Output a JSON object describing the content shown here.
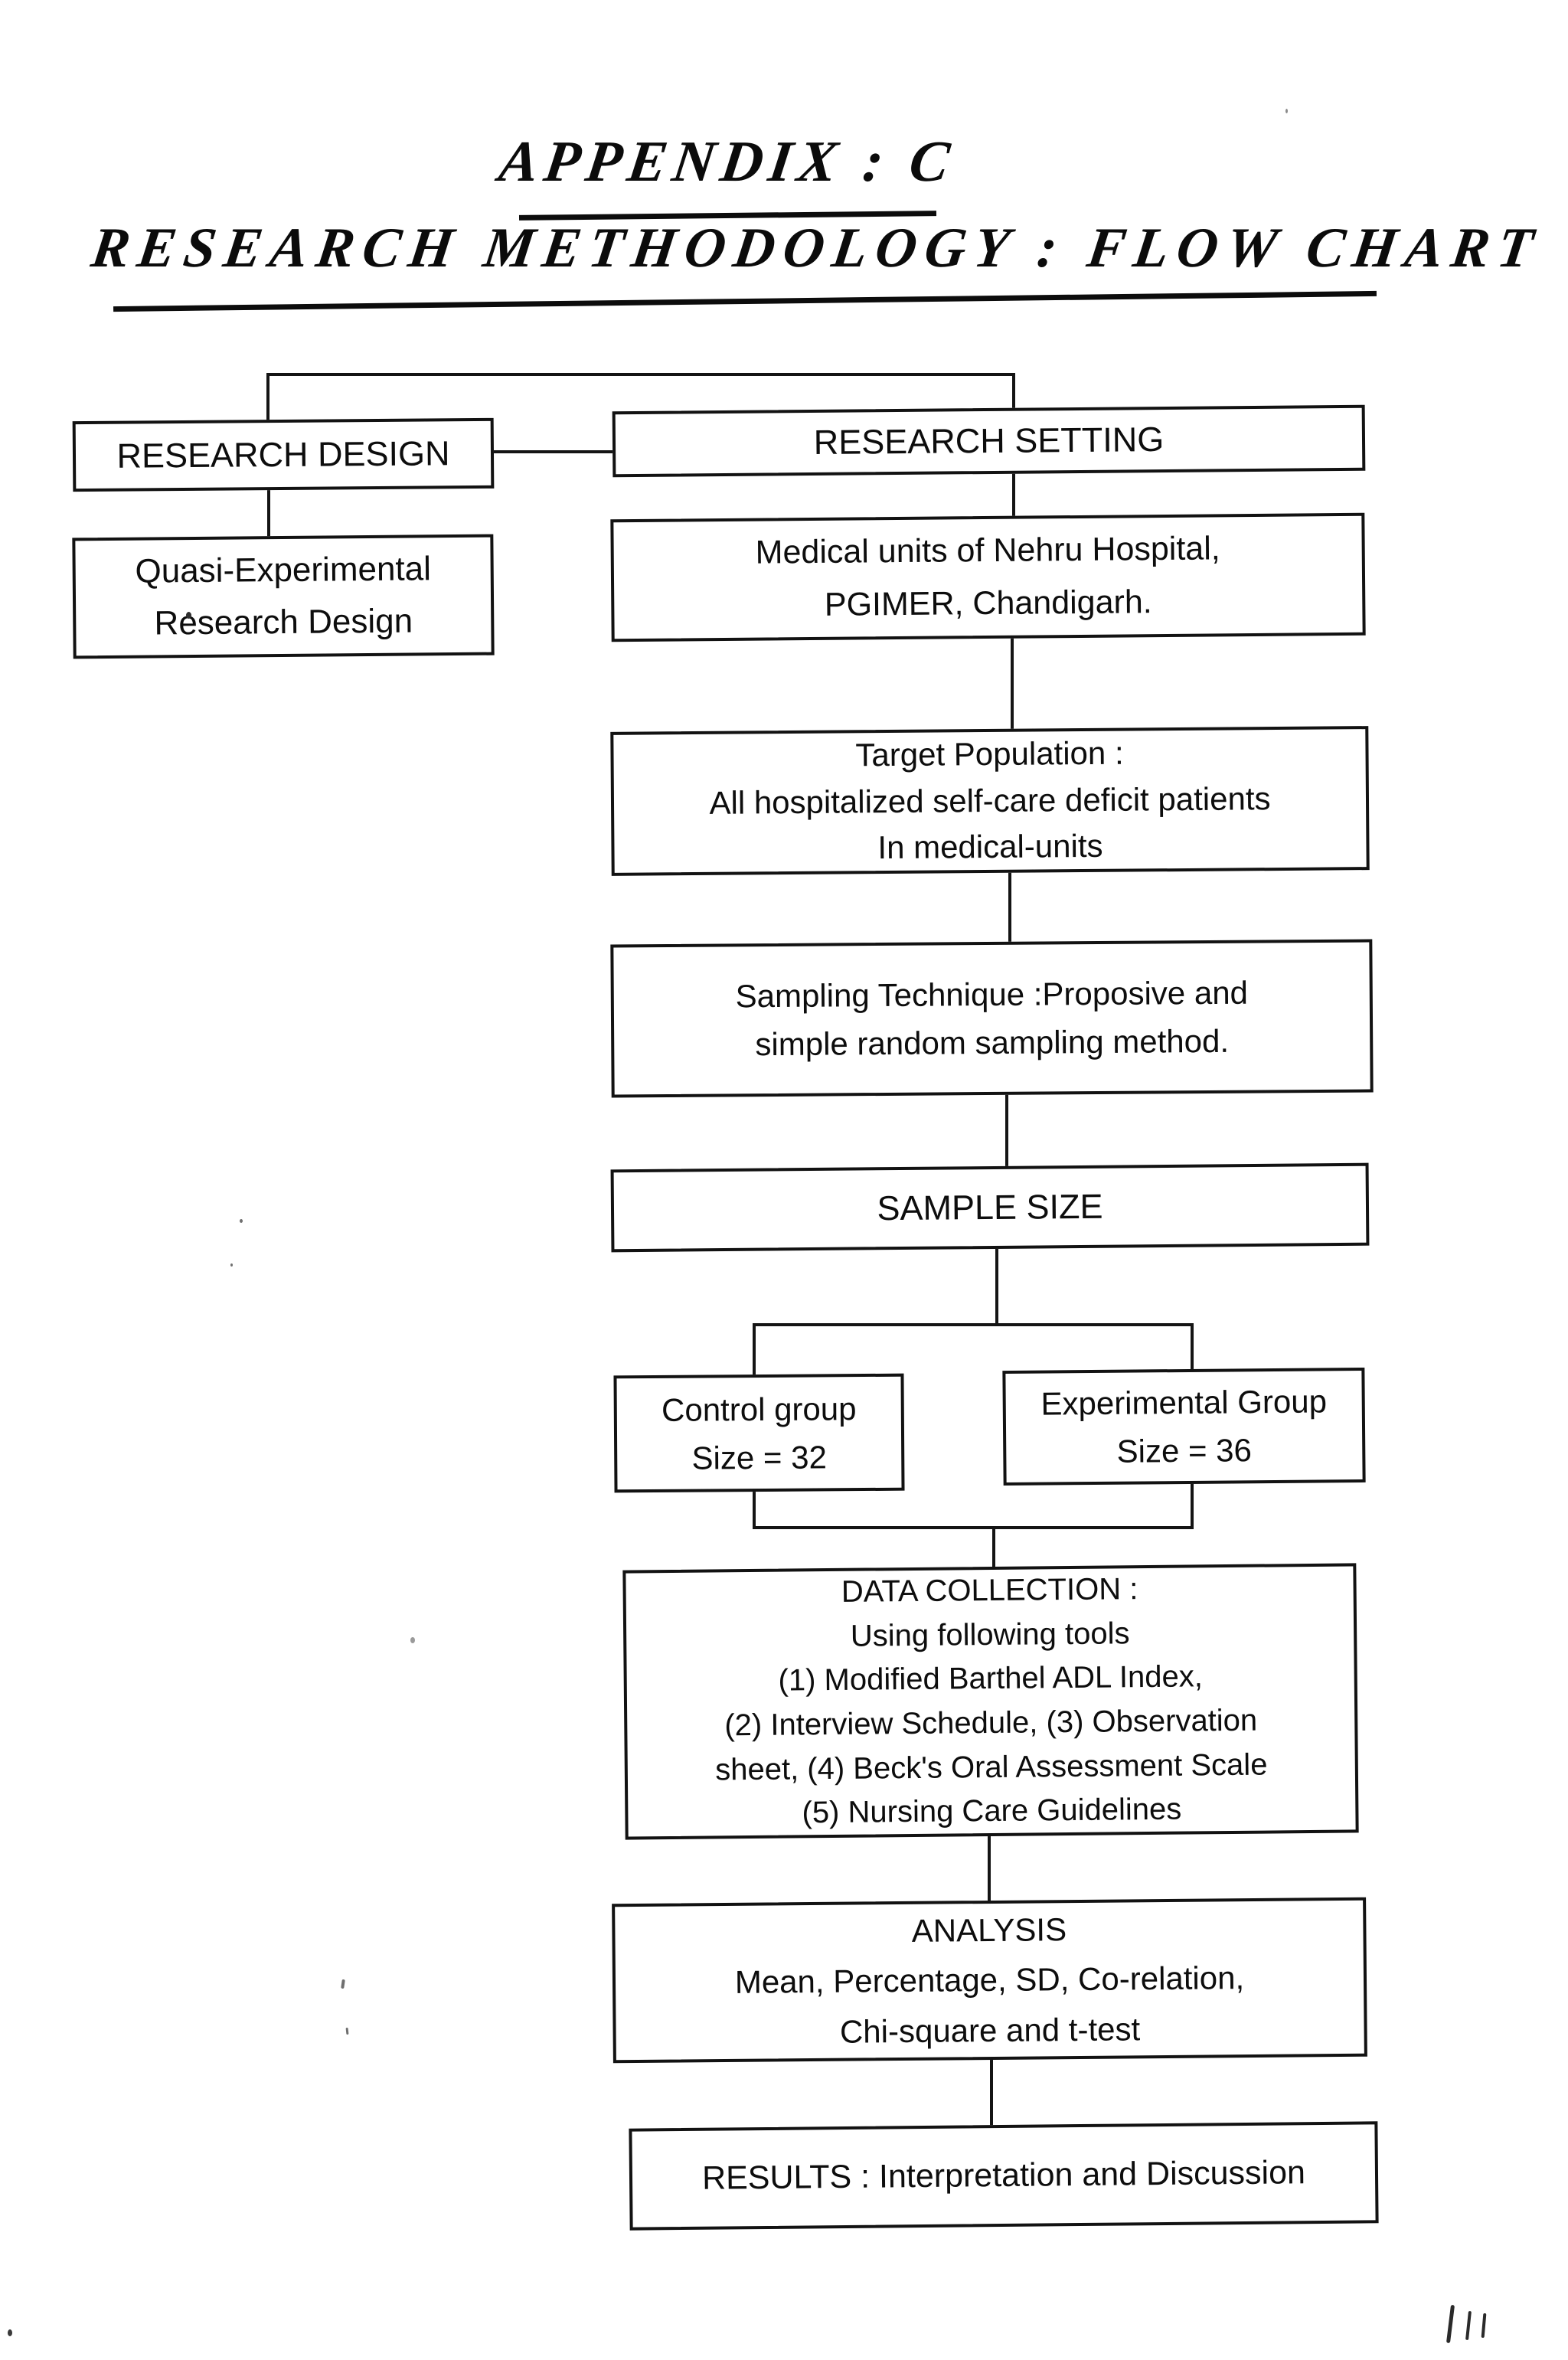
{
  "page": {
    "title1": "APPENDIX : C",
    "title2": "RESEARCH METHODOLOGY : FLOW CHART",
    "page_mark": "111"
  },
  "flowchart": {
    "research_design": {
      "label": "RESEARCH DESIGN"
    },
    "research_setting": {
      "label": "RESEARCH SETTING"
    },
    "quasi": {
      "line1": "Quasi-Experimental",
      "line2": "Research Design"
    },
    "medical": {
      "line1": "Medical units of Nehru Hospital,",
      "line2": "PGIMER, Chandigarh."
    },
    "target": {
      "line1": "Target Population :",
      "line2": "All hospitalized self-care deficit patients",
      "line3": "In medical-units"
    },
    "sampling": {
      "line1": "Sampling Technique :Proposive and",
      "line2": "simple random sampling method."
    },
    "sample_size": {
      "label": "SAMPLE SIZE"
    },
    "control": {
      "line1": "Control group",
      "line2": "Size = 32"
    },
    "experimental": {
      "line1": "Experimental Group",
      "line2": "Size = 36"
    },
    "data_collection": {
      "line1": "DATA COLLECTION :",
      "line2": "Using following tools",
      "line3": "(1) Modified Barthel ADL Index,",
      "line4": "(2) Interview Schedule, (3) Observation",
      "line5": "sheet, (4) Beck's Oral Assessment Scale",
      "line6": "(5) Nursing Care Guidelines"
    },
    "analysis": {
      "line1": "ANALYSIS",
      "line2": "Mean, Percentage, SD, Co-relation,",
      "line3": "Chi-square and t-test"
    },
    "results": {
      "label": "RESULTS : Interpretation and Discussion"
    }
  },
  "colors": {
    "ink": "#121212",
    "paper": "#ffffff"
  }
}
